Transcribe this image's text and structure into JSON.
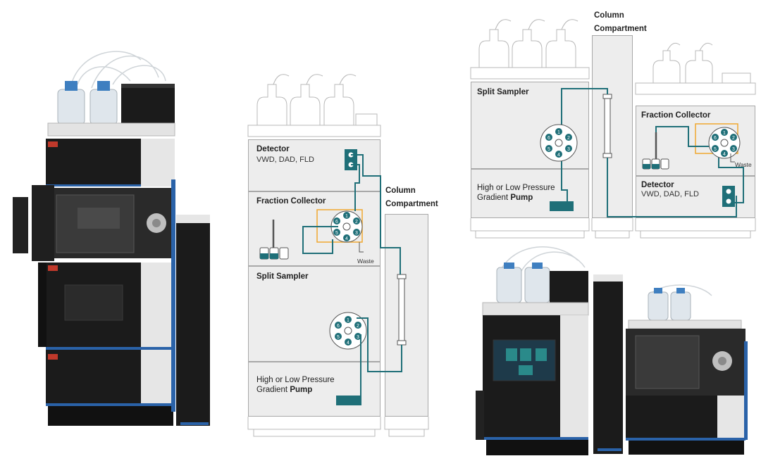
{
  "diagram_center": {
    "detector": {
      "title": "Detector",
      "subtitle": "VWD, DAD, FLD"
    },
    "fraction_collector": {
      "title": "Fraction Collector",
      "waste": "Waste"
    },
    "split_sampler": {
      "title": "Split Sampler"
    },
    "pump": {
      "line1": "High or Low Pressure",
      "line2_prefix": "Gradient ",
      "line2_bold": "Pump"
    },
    "column": {
      "line1": "Column",
      "line2": "Compartment"
    }
  },
  "diagram_right": {
    "column": {
      "line1": "Column",
      "line2": "Compartment"
    },
    "split_sampler": {
      "title": "Split Sampler"
    },
    "pump": {
      "line1": "High or Low Pressure",
      "line2_prefix": "Gradient ",
      "line2_bold": "Pump"
    },
    "fraction_collector": {
      "title": "Fraction Collector",
      "waste": "Waste"
    },
    "detector": {
      "title": "Detector",
      "subtitle": "VWD, DAD, FLD"
    }
  },
  "valve_numbers": [
    "1",
    "2",
    "3",
    "4",
    "5",
    "6"
  ],
  "colors": {
    "tubing": "#1f6f78",
    "orange_tubing": "#f0a830",
    "module_fill": "#ededed",
    "module_border": "#a8a8a8",
    "instrument_black": "#1b1b1b",
    "instrument_blue": "#2a62a8"
  }
}
